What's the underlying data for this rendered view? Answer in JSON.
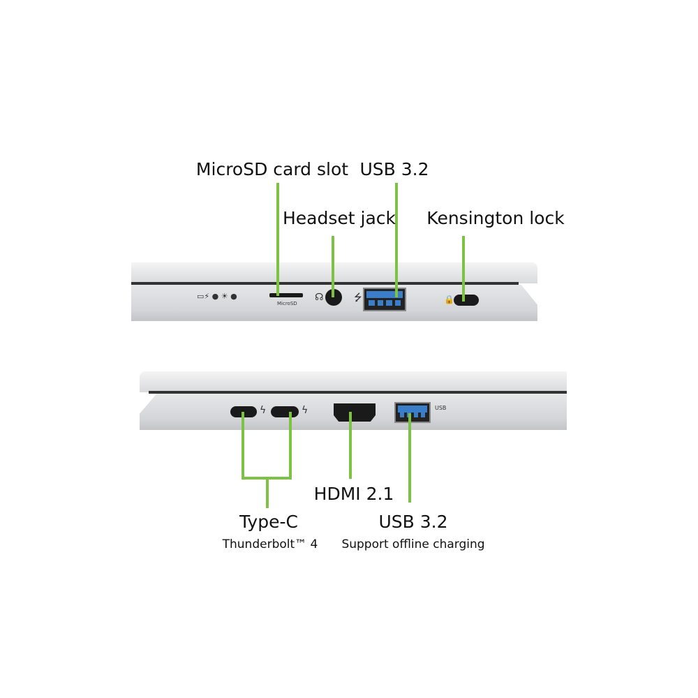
{
  "top_view": {
    "labels": {
      "microsd": "MicroSD card slot",
      "usb": "USB 3.2",
      "headset": "Headset jack",
      "kensington": "Kensington lock"
    },
    "port_text": {
      "microsd_print": "MicroSD"
    }
  },
  "bottom_view": {
    "labels": {
      "typec": "Type-C",
      "typec_sub": "Thunderbolt™ 4",
      "hdmi": "HDMI 2.1",
      "usb": "USB 3.2",
      "usb_sub": "Support offline charging"
    },
    "port_text": {
      "usb_print": "USB"
    }
  },
  "colors": {
    "callout": "#7dc242",
    "usb_port": "#3a7dc9"
  }
}
